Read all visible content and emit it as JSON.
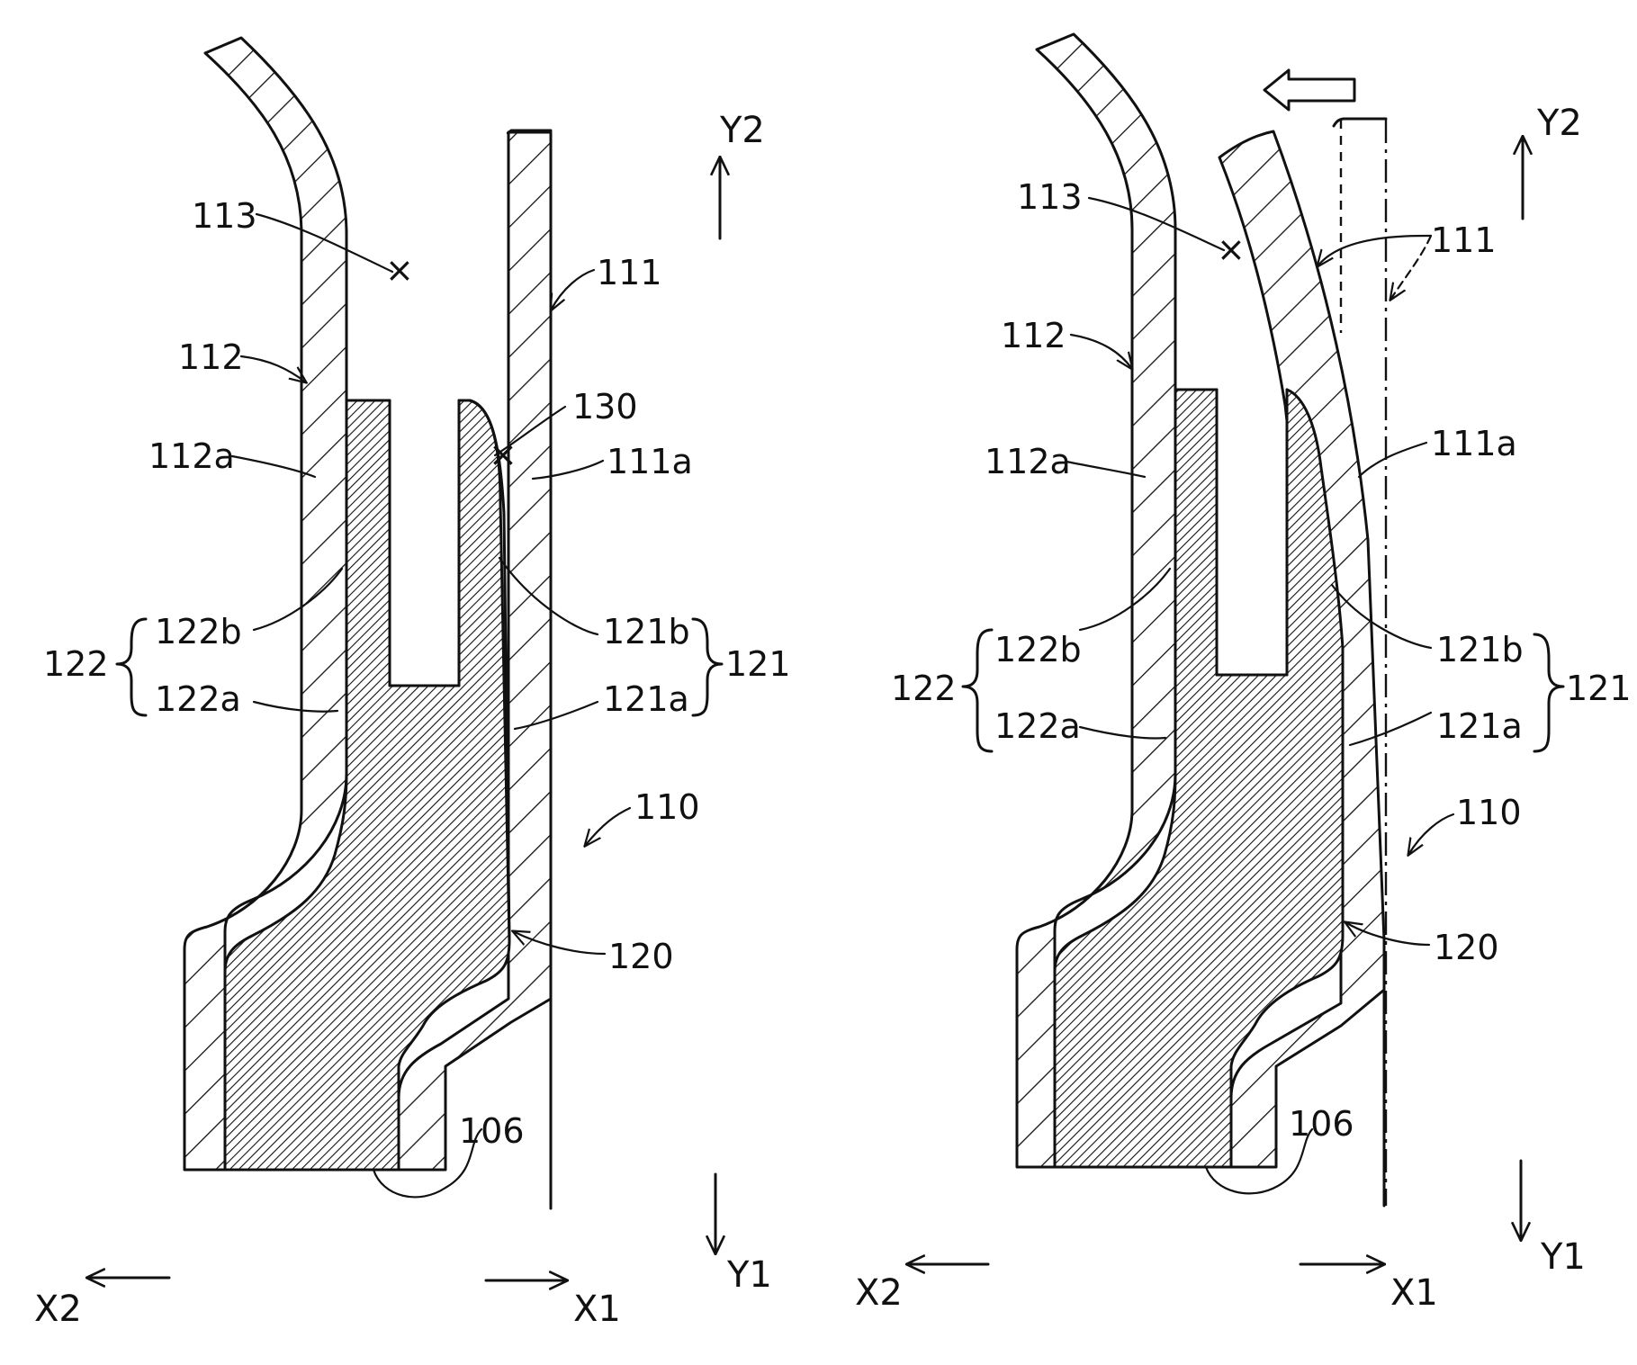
{
  "colors": {
    "ink": "#111111",
    "background": "#ffffff"
  },
  "left_figure": {
    "labels": {
      "l113": "113",
      "l112": "112",
      "l111": "111",
      "l130": "130",
      "l112a": "112a",
      "l111a": "111a",
      "l122": "122",
      "l122b": "122b",
      "l122a": "122a",
      "l121b": "121b",
      "l121a": "121a",
      "l121": "121",
      "l110": "110",
      "l120": "120",
      "l106": "106"
    },
    "axes": {
      "y_up": "Y2",
      "y_down": "Y1",
      "x_left": "X2",
      "x_right": "X1"
    }
  },
  "right_figure": {
    "labels": {
      "l113": "113",
      "l112": "112",
      "l111": "111",
      "l112a": "112a",
      "l111a": "111a",
      "l122": "122",
      "l122b": "122b",
      "l122a": "122a",
      "l121b": "121b",
      "l121a": "121a",
      "l121": "121",
      "l110": "110",
      "l120": "120",
      "l106": "106"
    },
    "axes": {
      "y_up": "Y2",
      "y_down": "Y1",
      "x_left": "X2",
      "x_right": "X1"
    }
  }
}
